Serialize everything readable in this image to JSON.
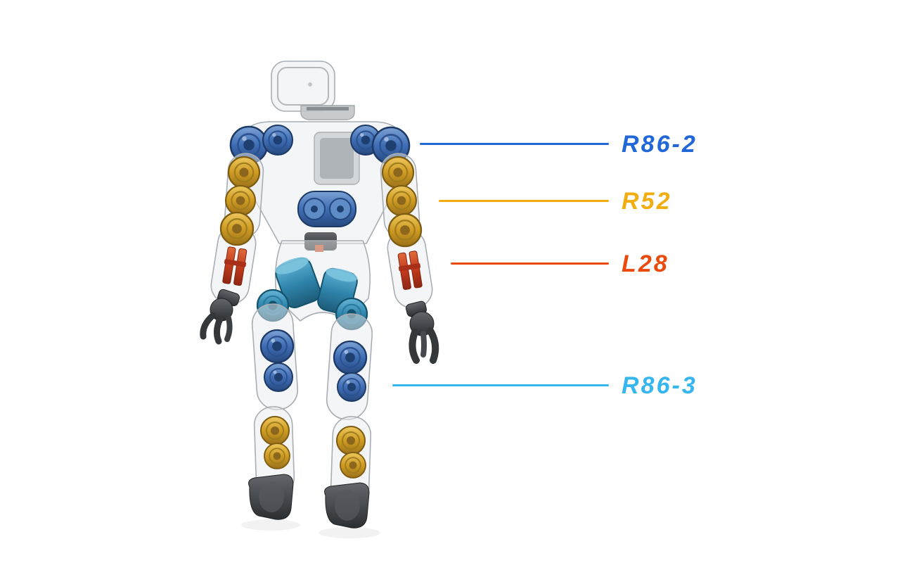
{
  "page": {
    "background": "#ffffff"
  },
  "robot": {
    "alt": "Translucent humanoid robot seen from behind, internal actuators visible",
    "actuator_colors": {
      "shoulder_and_knee_blue": "#3f6db4",
      "arm_and_ankle_gold": "#cf9b22",
      "forearm_red": "#c23a1d",
      "hip_teal": "#2f86ad"
    }
  },
  "annotations": [
    {
      "id": "r86-2",
      "label": "R86-2",
      "color": "#2167d8"
    },
    {
      "id": "r52",
      "label": "R52",
      "color": "#f2ae11"
    },
    {
      "id": "l28",
      "label": "L28",
      "color": "#ea4a0d"
    },
    {
      "id": "r86-3",
      "label": "R86-3",
      "color": "#35b6ee"
    }
  ]
}
